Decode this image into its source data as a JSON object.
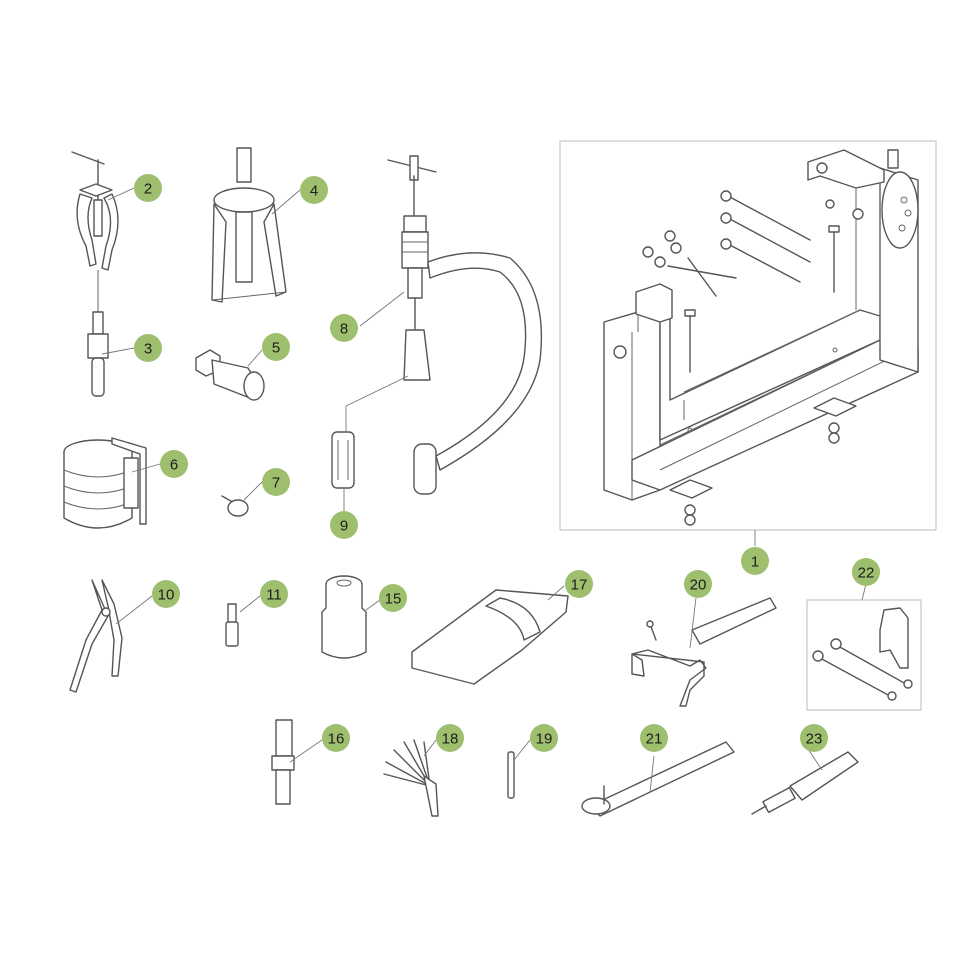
{
  "callouts": [
    {
      "id": "1",
      "label": "1"
    },
    {
      "id": "2",
      "label": "2"
    },
    {
      "id": "3",
      "label": "3"
    },
    {
      "id": "4",
      "label": "4"
    },
    {
      "id": "5",
      "label": "5"
    },
    {
      "id": "6",
      "label": "6"
    },
    {
      "id": "7",
      "label": "7"
    },
    {
      "id": "8",
      "label": "8"
    },
    {
      "id": "9",
      "label": "9"
    },
    {
      "id": "10",
      "label": "10"
    },
    {
      "id": "11",
      "label": "11"
    },
    {
      "id": "15",
      "label": "15"
    },
    {
      "id": "16",
      "label": "16"
    },
    {
      "id": "17",
      "label": "17"
    },
    {
      "id": "18",
      "label": "18"
    },
    {
      "id": "19",
      "label": "19"
    },
    {
      "id": "20",
      "label": "20"
    },
    {
      "id": "21",
      "label": "21"
    },
    {
      "id": "22",
      "label": "22"
    },
    {
      "id": "23",
      "label": "23"
    }
  ],
  "colors": {
    "badge": "#9dbf6e",
    "line": "#555555",
    "background": "#ffffff"
  }
}
